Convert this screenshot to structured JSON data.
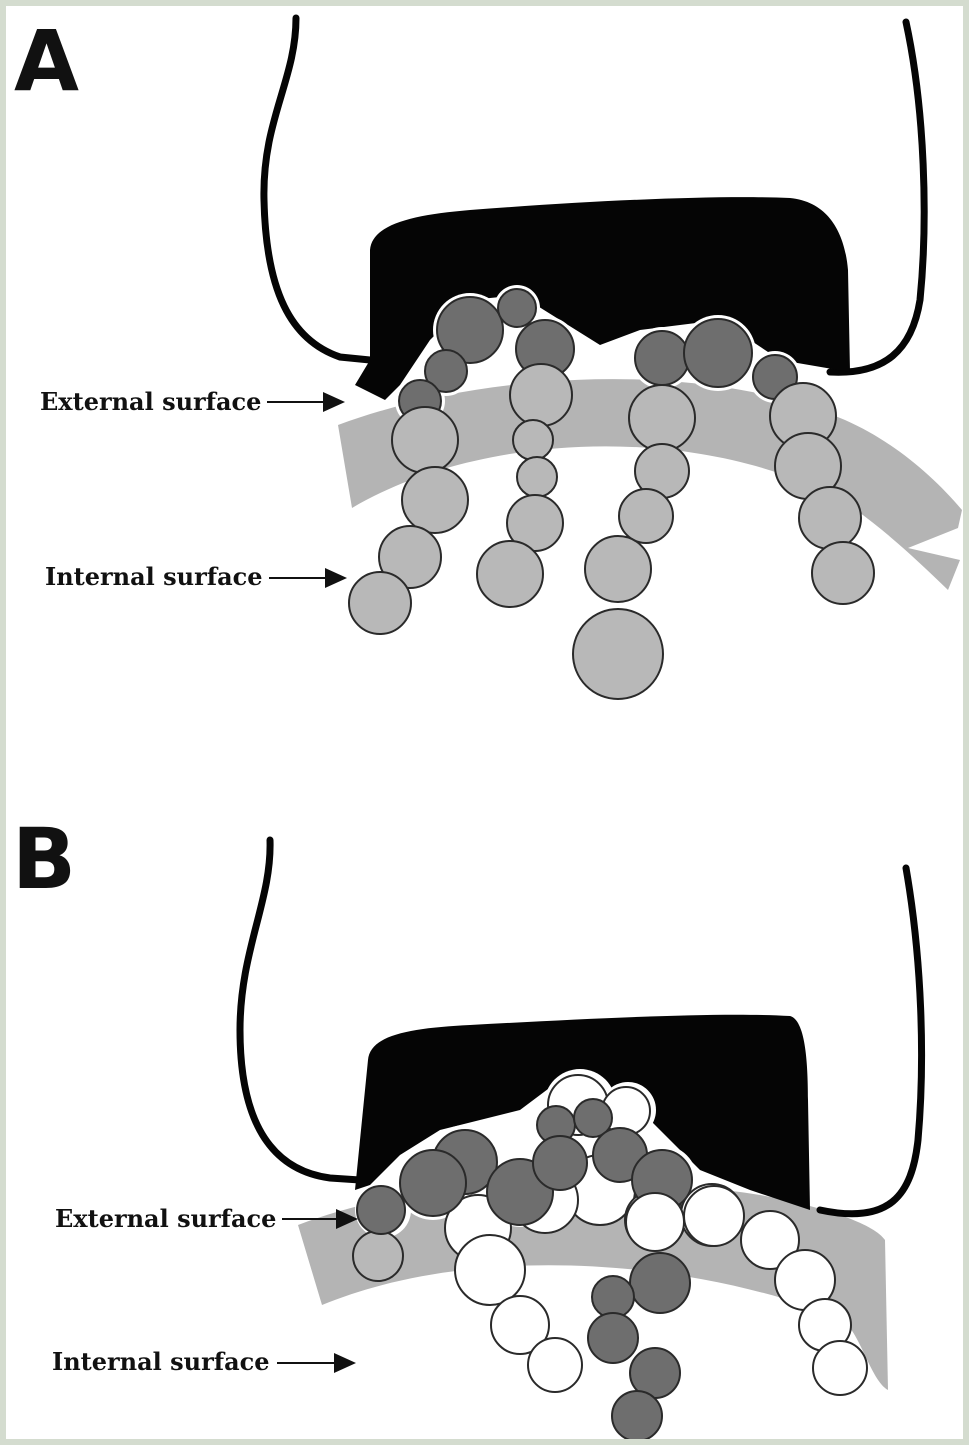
{
  "panels": [
    {
      "letter": "A",
      "external_label": "External surface",
      "internal_label": "Internal surface"
    },
    {
      "letter": "B",
      "external_label": "External surface",
      "internal_label": "Internal surface"
    }
  ],
  "colors": {
    "background": "#ffffff",
    "frame": "#d4dccf",
    "cell_body": "#050505",
    "membrane_band": "#b4b4b4",
    "dark_circle": "#6e6e6e",
    "light_circle": "#b8b8b8",
    "white_circle": "#ffffff"
  }
}
